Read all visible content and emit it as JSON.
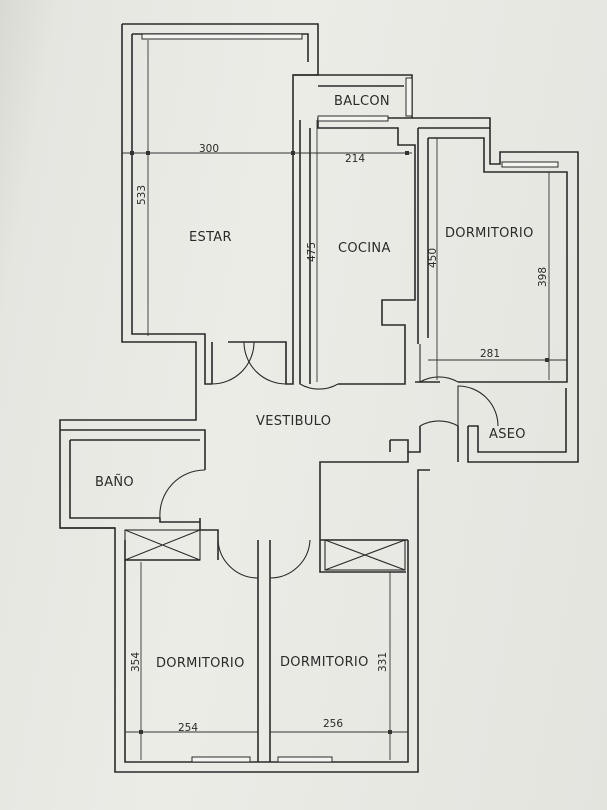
{
  "rooms": {
    "estar": "ESTAR",
    "balcon": "BALCON",
    "cocina": "COCINA",
    "dormitorio_1": "DORMITORIO",
    "vestibulo": "VESTIBULO",
    "aseo": "ASEO",
    "bano": "BAÑO",
    "dormitorio_2": "DORMITORIO",
    "dormitorio_3": "DORMITORIO"
  },
  "dimensions": {
    "estar_width": "300",
    "estar_height": "533",
    "cocina_width": "214",
    "cocina_height": "475",
    "dormitorio_1_height": "450",
    "dormitorio_1_inner_height": "398",
    "dormitorio_1_width": "281",
    "dormitorio_2_height": "354",
    "dormitorio_2_width": "254",
    "dormitorio_3_height": "331",
    "dormitorio_3_width": "256"
  }
}
